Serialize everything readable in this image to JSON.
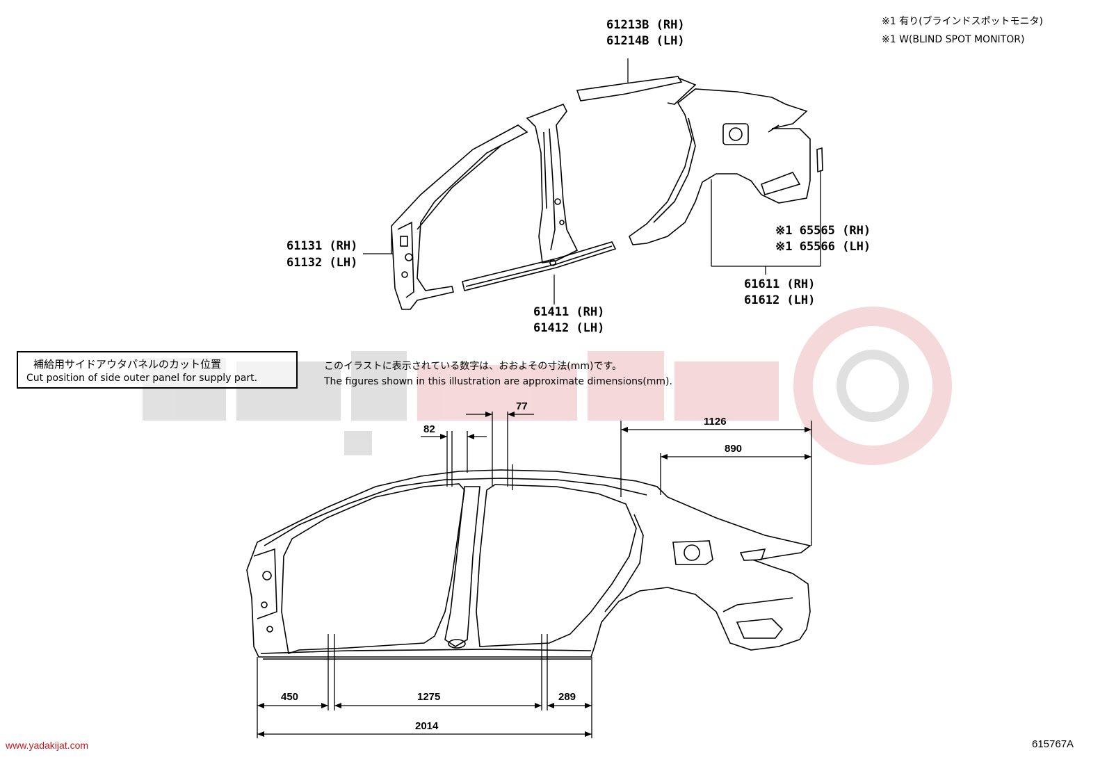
{
  "notes": {
    "bsm_jp": "※1 有り(ブラインドスポットモニタ)",
    "bsm_en": "※1 W(BLIND SPOT MONITOR)"
  },
  "parts": {
    "roof_rail_rh": "61213B (RH)",
    "roof_rail_lh": "61214B (LH)",
    "front_pillar_rh": "61131 (RH)",
    "front_pillar_lh": "61132 (LH)",
    "rocker_rh": "61411 (RH)",
    "rocker_lh": "61412 (LH)",
    "bsm_bracket_rh": "※1 65565 (RH)",
    "bsm_bracket_lh": "※1 65566 (LH)",
    "quarter_panel_rh": "61611 (RH)",
    "quarter_panel_lh": "61612 (LH)"
  },
  "cut_position": {
    "jp": "補給用サイドアウタパネルのカット位置",
    "en": "Cut position of side outer panel for supply part."
  },
  "approx_note": {
    "jp": "このイラストに表示されている数字は、おおよその寸法(mm)です。",
    "en": "The figures shown in this illustration are approximate dimensions(mm)."
  },
  "dimensions": {
    "d77": "77",
    "d82": "82",
    "d1126": "1126",
    "d890": "890",
    "d450": "450",
    "d1275": "1275",
    "d289": "289",
    "d2014": "2014"
  },
  "watermark": {
    "url": "www.yadakijat.com",
    "color": "#c4161c"
  },
  "figure_number": "615767A"
}
